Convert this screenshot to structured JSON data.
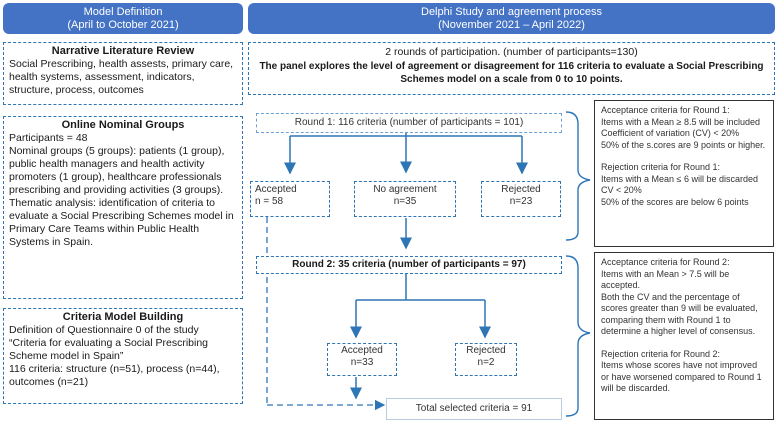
{
  "left": {
    "header_title": "Model Definition",
    "header_sub": "(April to October 2021)",
    "narrative": {
      "title": "Narrative Literature Review",
      "text": "Social Prescribing, health assests, primary care, health systems, assessment, indicators, structure, process, outcomes"
    },
    "nominal": {
      "title": "Online Nominal Groups",
      "participants": "Participants = 48",
      "groups": "Nominal groups (5 groups): patients (1 group), public health managers and health activity promoters (1 group), healthcare professionals prescribing and providing activities (3 groups).",
      "thematic": "Thematic analysis: identification of criteria to evaluate a Social Prescribing Schemes model in Primary Care Teams within Public Health Systems in Spain."
    },
    "building": {
      "title": "Criteria Model Building",
      "definition": "Definition of Questionnaire 0 of the study “Criteria for evaluating a Social Prescribing Scheme model in Spain”",
      "criteria": "116 criteria: structure (n=51), process (n=44), outcomes (n=21)"
    }
  },
  "right": {
    "header_title": "Delphi Study and agreement process",
    "header_sub": "(November 2021 – April 2022)",
    "intro_line1": "2 rounds of participation. (number of participants=130)",
    "intro_line2": "The panel explores the level of agreement or disagreement for 116 criteria to evaluate a Social Prescribing Schemes model on a scale from 0 to 10 points.",
    "round1": "Round 1: 116 criteria (number of participants = 101)",
    "r1_accepted": {
      "label": "Accepted",
      "n": "n = 58"
    },
    "r1_noagreement": {
      "label": "No agreement",
      "n": "n=35"
    },
    "r1_rejected": {
      "label": "Rejected",
      "n": "n=23"
    },
    "round2": "Round 2: 35 criteria (number of participants = 97)",
    "r2_accepted": {
      "label": "Accepted",
      "n": "n=33"
    },
    "r2_rejected": {
      "label": "Rejected",
      "n": "n=2"
    },
    "total": "Total selected criteria = 91",
    "criteria1": {
      "acc_title": "Acceptance criteria for Round 1:",
      "acc_l1": "Items with a Mean ≥ 8.5 will be included",
      "acc_l2": "Coefficient of variation (CV) < 20%",
      "acc_l3": "50% of the s.cores are 9 points or higher.",
      "rej_title": "Rejection criteria for Round 1:",
      "rej_l1": "Items with a Mean ≤ 6 will be discarded CV < 20%",
      "rej_l2": "50% of the scores are below 6 points"
    },
    "criteria2": {
      "acc_title": "Acceptance criteria for Round 2:",
      "acc_l1": "Items with an Mean > 7.5 will be accepted.",
      "acc_l2": "Both the CV and the percentage of scores greater than 9 will be evaluated, comparing them with Round 1 to determine a higher level of consensus.",
      "rej_title": "Rejection criteria for Round 2:",
      "rej_l1": "Items whose scores have not improved or have worsened compared to Round 1 will be discarded."
    }
  }
}
